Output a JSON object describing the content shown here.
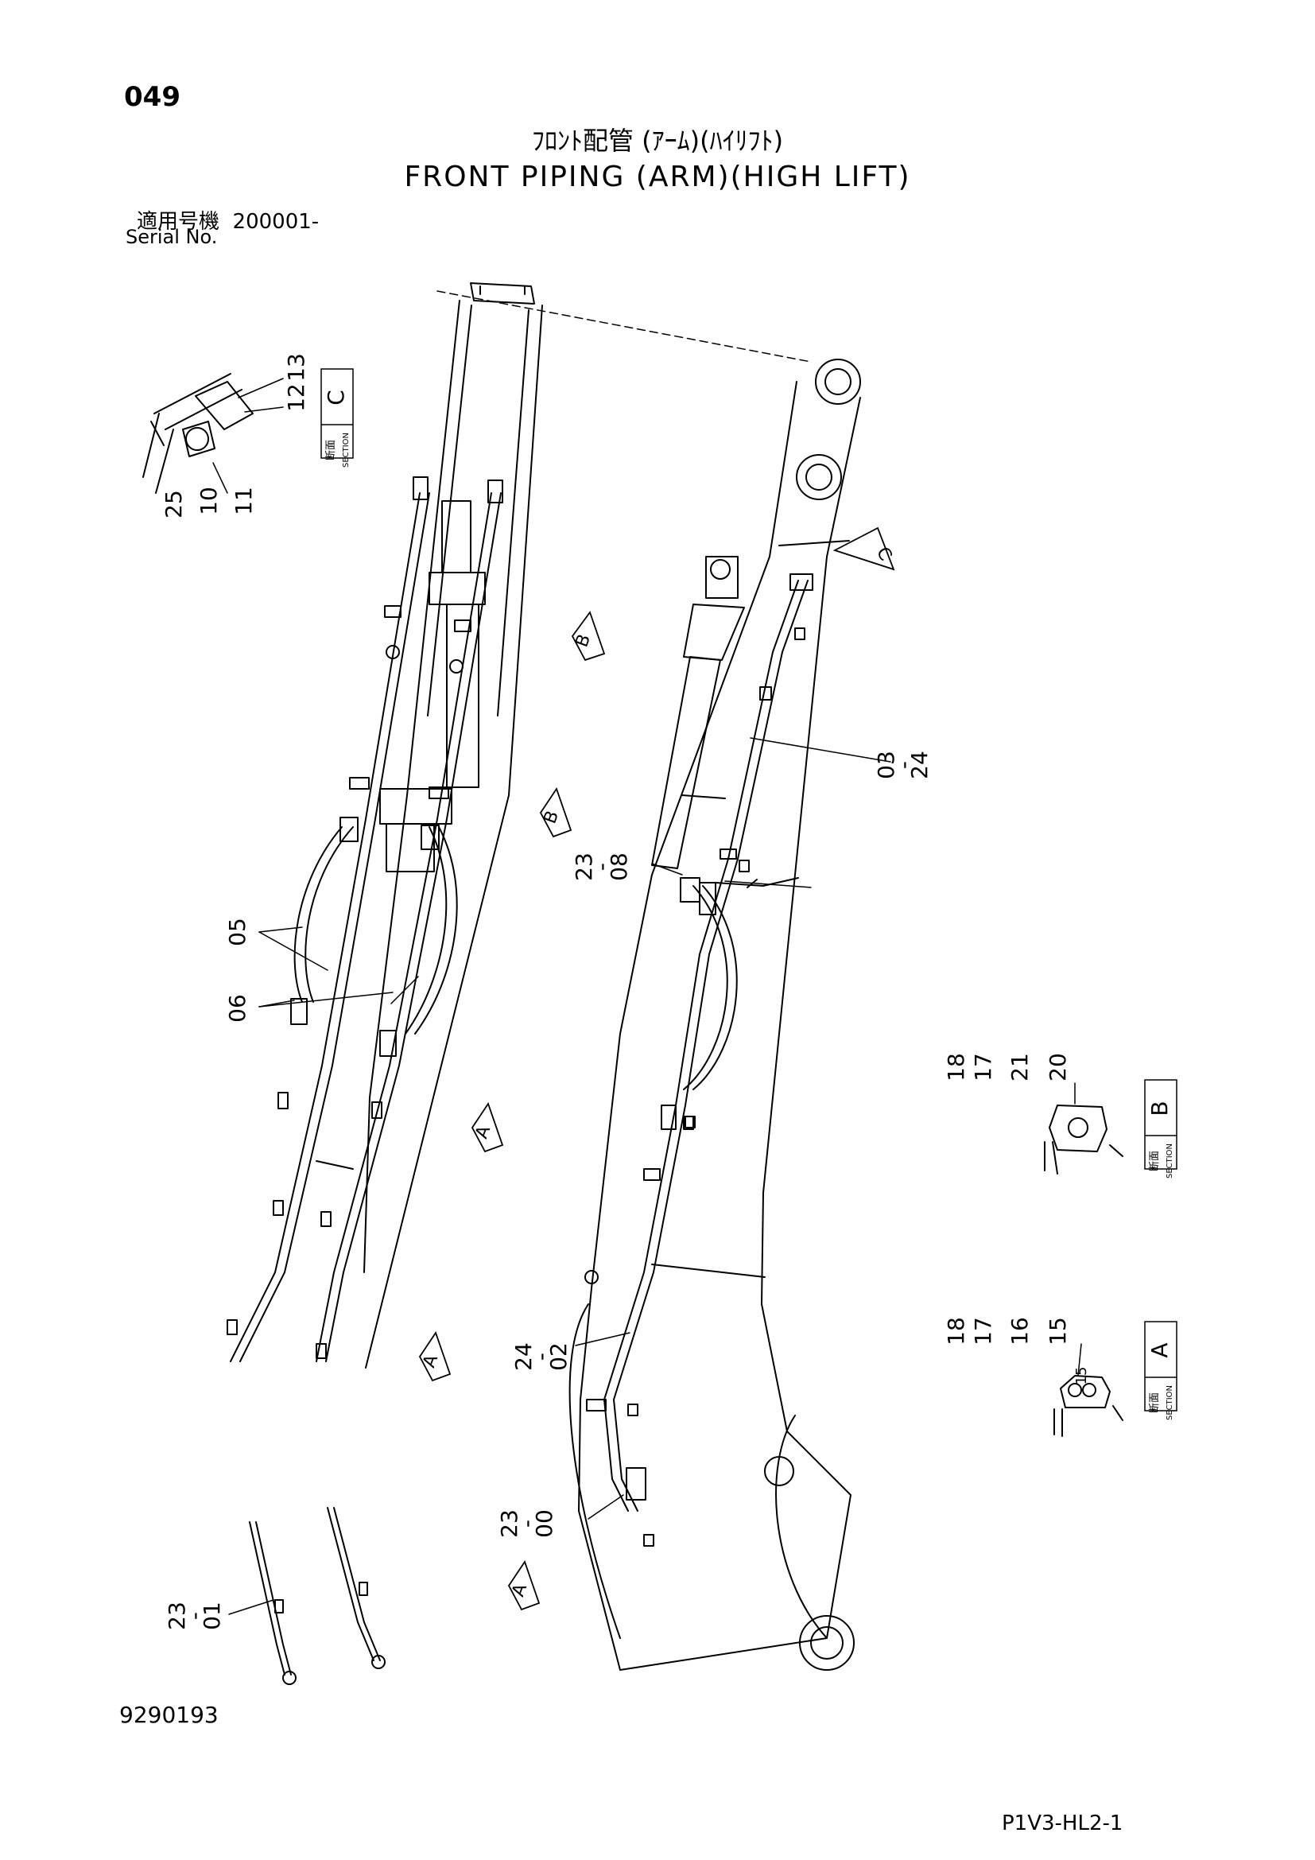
{
  "header": {
    "page_number": "049",
    "title_jp": "ﾌﾛﾝﾄ配管 (ｱｰﾑ)(ﾊｲﾘﾌﾄ)",
    "title_en": "FRONT PIPING (ARM)(HIGH LIFT)",
    "serial_label_jp": "適用号機",
    "serial_value": "200001-",
    "serial_label_en": "Serial No."
  },
  "footer": {
    "doc_number": "9290193",
    "ref_code": "P1V3-HL2-1"
  },
  "sections": {
    "c": {
      "jp": "断面",
      "en": "SECTION",
      "letter": "C"
    },
    "b": {
      "jp": "断面",
      "en": "SECTION",
      "letter": "B"
    },
    "a": {
      "jp": "断面",
      "en": "SECTION",
      "letter": "A"
    }
  },
  "view_markers": {
    "c": "C",
    "b1": "B",
    "b2": "B",
    "a1": "A",
    "a2": "A",
    "a3": "A"
  },
  "callouts": {
    "c_13": "13",
    "c_12": "12",
    "c_25": "25",
    "c_10": "10",
    "c_11": "11",
    "p03": "03",
    "p24": "24",
    "dash_03_24": "-",
    "p23a": "23",
    "p08": "08",
    "dash_23_08": "-",
    "p05": "05",
    "p06": "06",
    "b_18": "18",
    "b_17": "17",
    "b_21": "21",
    "b_20": "20",
    "a_18": "18",
    "a_17": "17",
    "a_16": "16",
    "a_15": "15",
    "a_15b": "15",
    "p24b": "24",
    "p02": "02",
    "dash_24_02": "-",
    "p23b": "23",
    "p00": "00",
    "dash_23_00": "-",
    "p23c": "23",
    "p01": "01",
    "dash_23_01": "-"
  }
}
